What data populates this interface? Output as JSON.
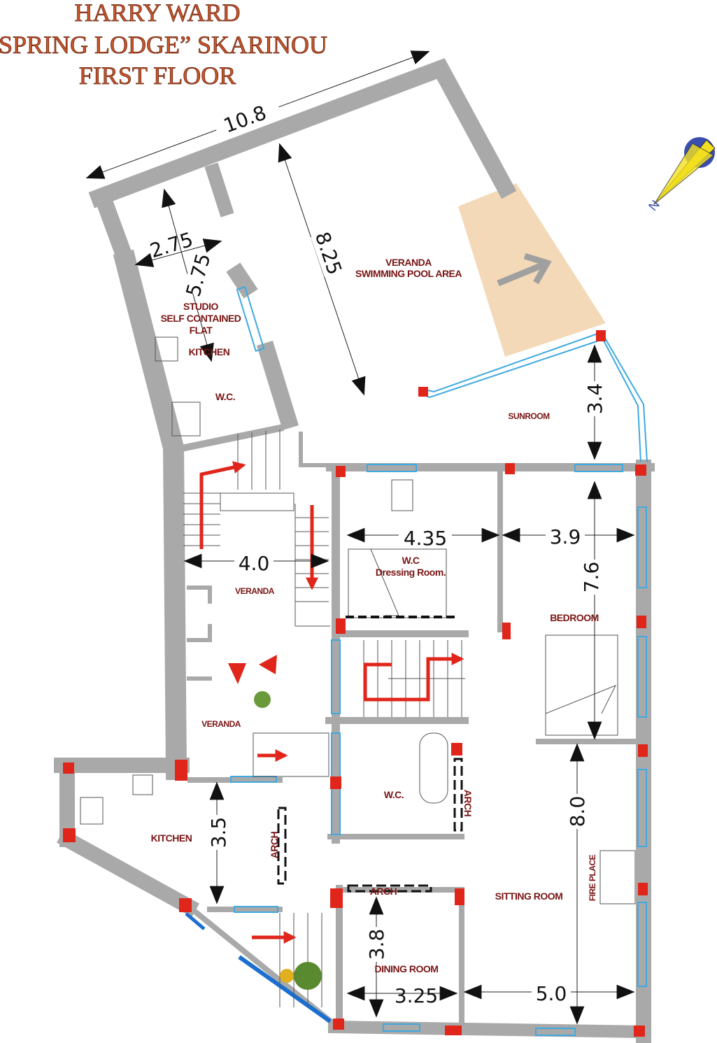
{
  "title": {
    "line1": "HARRY WARD",
    "line2": "“SPRING LODGE” SKARINOU",
    "line3": "FIRST FLOOR"
  },
  "rooms": {
    "veranda_pool": [
      "VERANDA",
      "SWIMMING POOL AREA"
    ],
    "studio": [
      "STUDIO",
      "SELF CONTAINED",
      "FLAT"
    ],
    "studio_kitchen": "KITCHEN",
    "studio_wc": "W.C.",
    "sunroom": "SUNROOM",
    "wc_dressing": [
      "W.C",
      "Dressing Room."
    ],
    "veranda_upper": "VERANDA",
    "veranda_lower": "VERANDA",
    "bedroom": "BEDROOM",
    "wc": "W.C.",
    "kitchen": "KITCHEN",
    "arch_kitchen": "ARCH",
    "arch_wc": "ARCH",
    "arch_dining": "ARCH",
    "sitting_room": "SITTING ROOM",
    "fire_place": "FIRE PLACE",
    "dining_room": "DINING ROOM"
  },
  "dimensions": {
    "overall_width": "10.8",
    "veranda_depth": "8.25",
    "studio_width": "2.75",
    "studio_length": "5.75",
    "sunroom_depth": "3.4",
    "wc_dressing_width": "4.35",
    "bedroom_width": "3.9",
    "veranda_width": "4.0",
    "bedroom_length": "7.6",
    "kitchen_depth": "3.5",
    "sitting_length": "8.0",
    "dining_depth": "3.8",
    "dining_width": "3.25",
    "sitting_width": "5.0"
  },
  "compass": {
    "label": "N"
  },
  "colors": {
    "wall": "#a9a9a9",
    "column": "#e0251b",
    "window": "#3fa9e0",
    "label": "#7a1515",
    "title": "#c8562a",
    "pool_area": "#f3d9b8"
  }
}
